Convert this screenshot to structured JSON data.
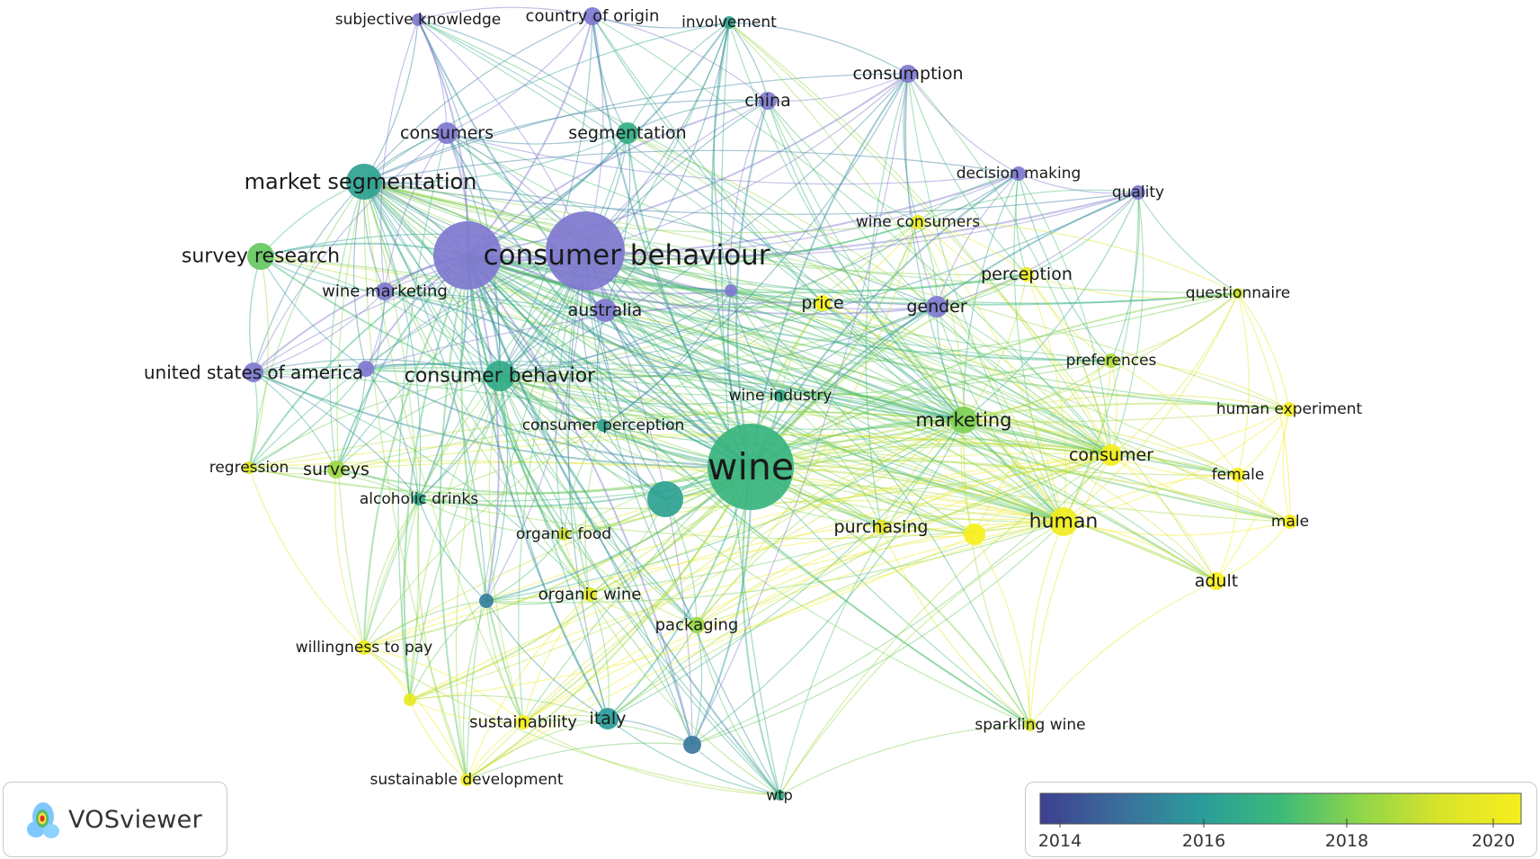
{
  "network": {
    "colors": {
      "purple": "#6f66c2",
      "indigo": "#5a56b0",
      "teal": "#2a9c9a",
      "green": "#5cc76a",
      "lime": "#b4d92a",
      "yellow": "#f2e51a"
    },
    "nodes": [
      {
        "id": "consumer behaviour",
        "label": "consumer behaviour",
        "year": 2014.8
      },
      {
        "id": "consumer behaviour b",
        "label": "",
        "year": 2014.6
      },
      {
        "id": "wine",
        "label": "wine",
        "year": 2016.8
      },
      {
        "id": "market segmentation",
        "label": "market segmentation",
        "year": 2016.2
      },
      {
        "id": "consumer behavior",
        "label": "consumer behavior",
        "year": 2016.5
      },
      {
        "id": "survey research",
        "label": "survey research",
        "year": 2017.5
      },
      {
        "id": "consumers",
        "label": "consumers",
        "year": 2014.5
      },
      {
        "id": "segmentation",
        "label": "segmentation",
        "year": 2016.6
      },
      {
        "id": "china",
        "label": "china",
        "year": 2014.6
      },
      {
        "id": "consumption",
        "label": "consumption",
        "year": 2014.6
      },
      {
        "id": "country of origin",
        "label": "country of origin",
        "year": 2014.4
      },
      {
        "id": "subjective knowledge",
        "label": "subjective knowledge",
        "year": 2014.4
      },
      {
        "id": "involvement",
        "label": "involvement",
        "year": 2016.3
      },
      {
        "id": "decision making",
        "label": "decision making",
        "year": 2014.5
      },
      {
        "id": "quality",
        "label": "quality",
        "year": 2014.6
      },
      {
        "id": "wine consumers",
        "label": "wine consumers",
        "year": 2019.5
      },
      {
        "id": "perception",
        "label": "perception",
        "year": 2019.5
      },
      {
        "id": "price",
        "label": "price",
        "year": 2020.0
      },
      {
        "id": "gender",
        "label": "gender",
        "year": 2014.7
      },
      {
        "id": "australia",
        "label": "australia",
        "year": 2014.6
      },
      {
        "id": "wine marketing",
        "label": "wine marketing",
        "year": 2014.5
      },
      {
        "id": "unknown small",
        "label": "",
        "year": 2014.5
      },
      {
        "id": "questionnaire",
        "label": "questionnaire",
        "year": 2018.8
      },
      {
        "id": "preferences",
        "label": "preferences",
        "year": 2018.4
      },
      {
        "id": "united states of america",
        "label": "united states of america",
        "year": 2014.6
      },
      {
        "id": "usa b",
        "label": "",
        "year": 2014.4
      },
      {
        "id": "wine industry",
        "label": "wine industry",
        "year": 2016.5
      },
      {
        "id": "consumer perception",
        "label": "consumer perception",
        "year": 2016.3
      },
      {
        "id": "marketing",
        "label": "marketing",
        "year": 2017.8
      },
      {
        "id": "human experiment",
        "label": "human experiment",
        "year": 2020.0
      },
      {
        "id": "consumer",
        "label": "consumer",
        "year": 2019.9
      },
      {
        "id": "regression",
        "label": "regression",
        "year": 2019.0
      },
      {
        "id": "surveys",
        "label": "surveys",
        "year": 2018.2
      },
      {
        "id": "alcoholic drinks",
        "label": "alcoholic drinks",
        "year": 2016.4
      },
      {
        "id": "teal node",
        "label": "",
        "year": 2016.2
      },
      {
        "id": "female",
        "label": "female",
        "year": 2020.0
      },
      {
        "id": "human",
        "label": "human",
        "year": 2019.8
      },
      {
        "id": "male",
        "label": "male",
        "year": 2020.0
      },
      {
        "id": "purchasing",
        "label": "purchasing",
        "year": 2019.2
      },
      {
        "id": "yellow node",
        "label": "",
        "year": 2020.1
      },
      {
        "id": "organic food",
        "label": "organic food",
        "year": 2018.8
      },
      {
        "id": "adult",
        "label": "adult",
        "year": 2020.0
      },
      {
        "id": "organic wine",
        "label": "organic wine",
        "year": 2019.3
      },
      {
        "id": "blue small",
        "label": "",
        "year": 2015.4
      },
      {
        "id": "packaging",
        "label": "packaging",
        "year": 2018.1
      },
      {
        "id": "willingness to pay",
        "label": "willingness to pay",
        "year": 2019.8
      },
      {
        "id": "lime small",
        "label": "",
        "year": 2019.5
      },
      {
        "id": "sustainability",
        "label": "sustainability",
        "year": 2020.0
      },
      {
        "id": "italy",
        "label": "italy",
        "year": 2016.0
      },
      {
        "id": "blue bottom",
        "label": "",
        "year": 2015.2
      },
      {
        "id": "sparkling wine",
        "label": "sparkling wine",
        "year": 2018.9
      },
      {
        "id": "sustainable development",
        "label": "sustainable development",
        "year": 2019.8
      },
      {
        "id": "wtp",
        "label": "wtp",
        "year": 2016.6
      }
    ]
  },
  "brand": {
    "name": "VOSviewer"
  },
  "legend": {
    "ticks": [
      "2014",
      "2016",
      "2018",
      "2020"
    ],
    "gradient": [
      "#3d3f8e",
      "#3b6e9c",
      "#2a9c9a",
      "#3cba78",
      "#8fd64a",
      "#d9e32a",
      "#f6ef1d"
    ]
  }
}
